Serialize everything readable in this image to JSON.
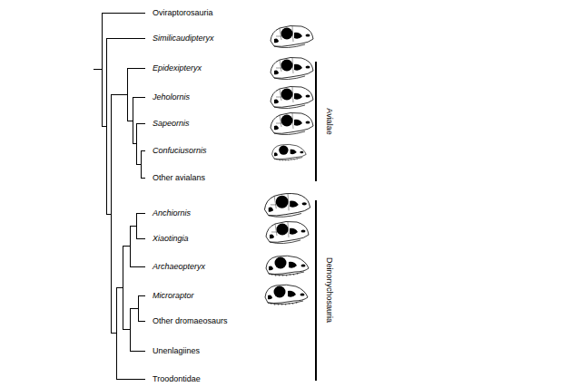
{
  "diagram": {
    "labels": [
      "Oviraptorosauria",
      "Similicaudipteryx",
      "Epidexipteryx",
      "Jeholornis",
      "Sapeornis",
      "Confuciusornis",
      "Other avialans",
      "Anchiornis",
      "Xiaotingia",
      "Archaeopteryx",
      "Microraptor",
      "Other dromaeosaurs",
      "Unenlagiines",
      "Troodontidae",
      "Avialae",
      "Deinonychosauria"
    ]
  }
}
